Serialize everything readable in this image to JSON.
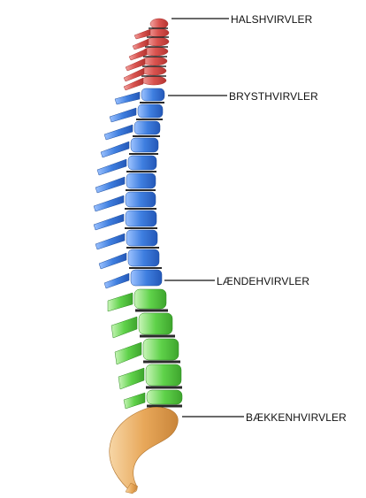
{
  "labels": {
    "cervical": "HALSHVIRVLER",
    "thoracic": "BRYSTHVIRVLER",
    "lumbar": "LÆNDEHVIRVLER",
    "sacral": "BÆKKENHVIRVLER"
  },
  "colors": {
    "cervical": "#d9534f",
    "thoracic": "#3f7fe0",
    "lumbar": "#5fd24a",
    "sacral": "#e8a85a",
    "disc": "#2a2a2a",
    "leader_line": "#111111"
  }
}
